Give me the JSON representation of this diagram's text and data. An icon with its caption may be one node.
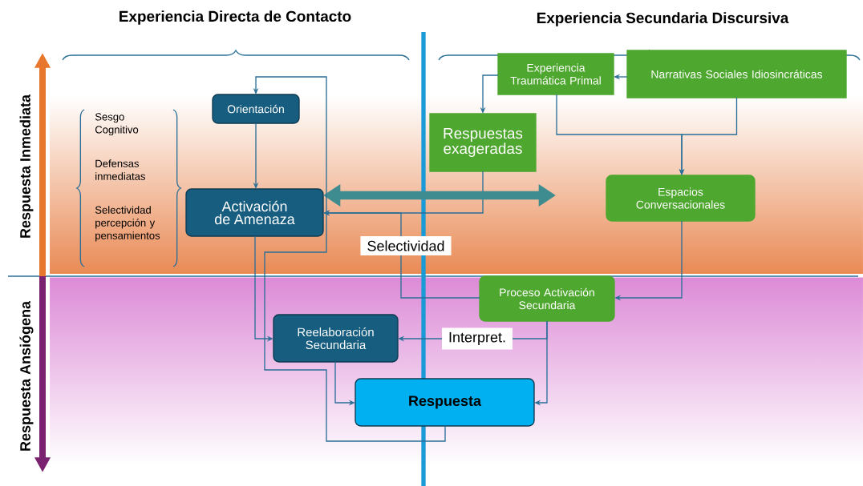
{
  "diagram": {
    "nodes": [
      {
        "text": [
          "Experiencia Traumática Primal"
        ]
      },
      {
        "text": [
          "Narrativas Sociales Idiosincráticas"
        ]
      },
      {
        "text": [
          "Orientación"
        ]
      },
      {
        "text": [
          "Respuestas exageradas"
        ]
      },
      {
        "text": [
          "Espacios Conversacionales"
        ]
      },
      {
        "text": [
          "Activación de Amenaza"
        ]
      },
      {
        "text": [
          "Proceso Activación Secundaria"
        ]
      },
      {
        "text": [
          "Reelaboración Secundaria"
        ]
      },
      {
        "text": [
          "Respuesta"
        ]
      }
    ],
    "edges": [
      {
        "from": 1,
        "to": 0,
        "arrow": "to"
      },
      {
        "from": 0,
        "to": 3,
        "arrow": "to"
      },
      {
        "from": 0,
        "to": 4,
        "arrow": "to"
      },
      {
        "from": 1,
        "to": 4,
        "arrow": "to"
      },
      {
        "from": 2,
        "to": 5,
        "arrow": "to"
      },
      {
        "from": 3,
        "to": 5,
        "arrow": "to"
      },
      {
        "from": null,
        "to": 5,
        "arrow": "both",
        "style": "thick"
      },
      {
        "from": 4,
        "to": 6,
        "arrow": "to"
      },
      {
        "from": 6,
        "to": 5,
        "arrow": "to",
        "label": "Selectividad"
      },
      {
        "from": 5,
        "to": 7,
        "arrow": "to"
      },
      {
        "from": 6,
        "to": 7,
        "arrow": "to",
        "label": "Interpret."
      },
      {
        "from": 6,
        "to": 8,
        "arrow": "to"
      },
      {
        "from": 7,
        "to": 8,
        "arrow": "to"
      },
      {
        "from": 8,
        "to": 2,
        "arrow": "to"
      }
    ],
    "labels": [
      "Experiencia Directa de Contacto",
      "Experiencia Secundaria Discursiva",
      "Respuesta Inmediata",
      "Sesgo Cognitivo",
      "Defensas inmediatas",
      "Selectividad percepción y pensamientos",
      "Respuesta Ansiógena"
    ]
  }
}
